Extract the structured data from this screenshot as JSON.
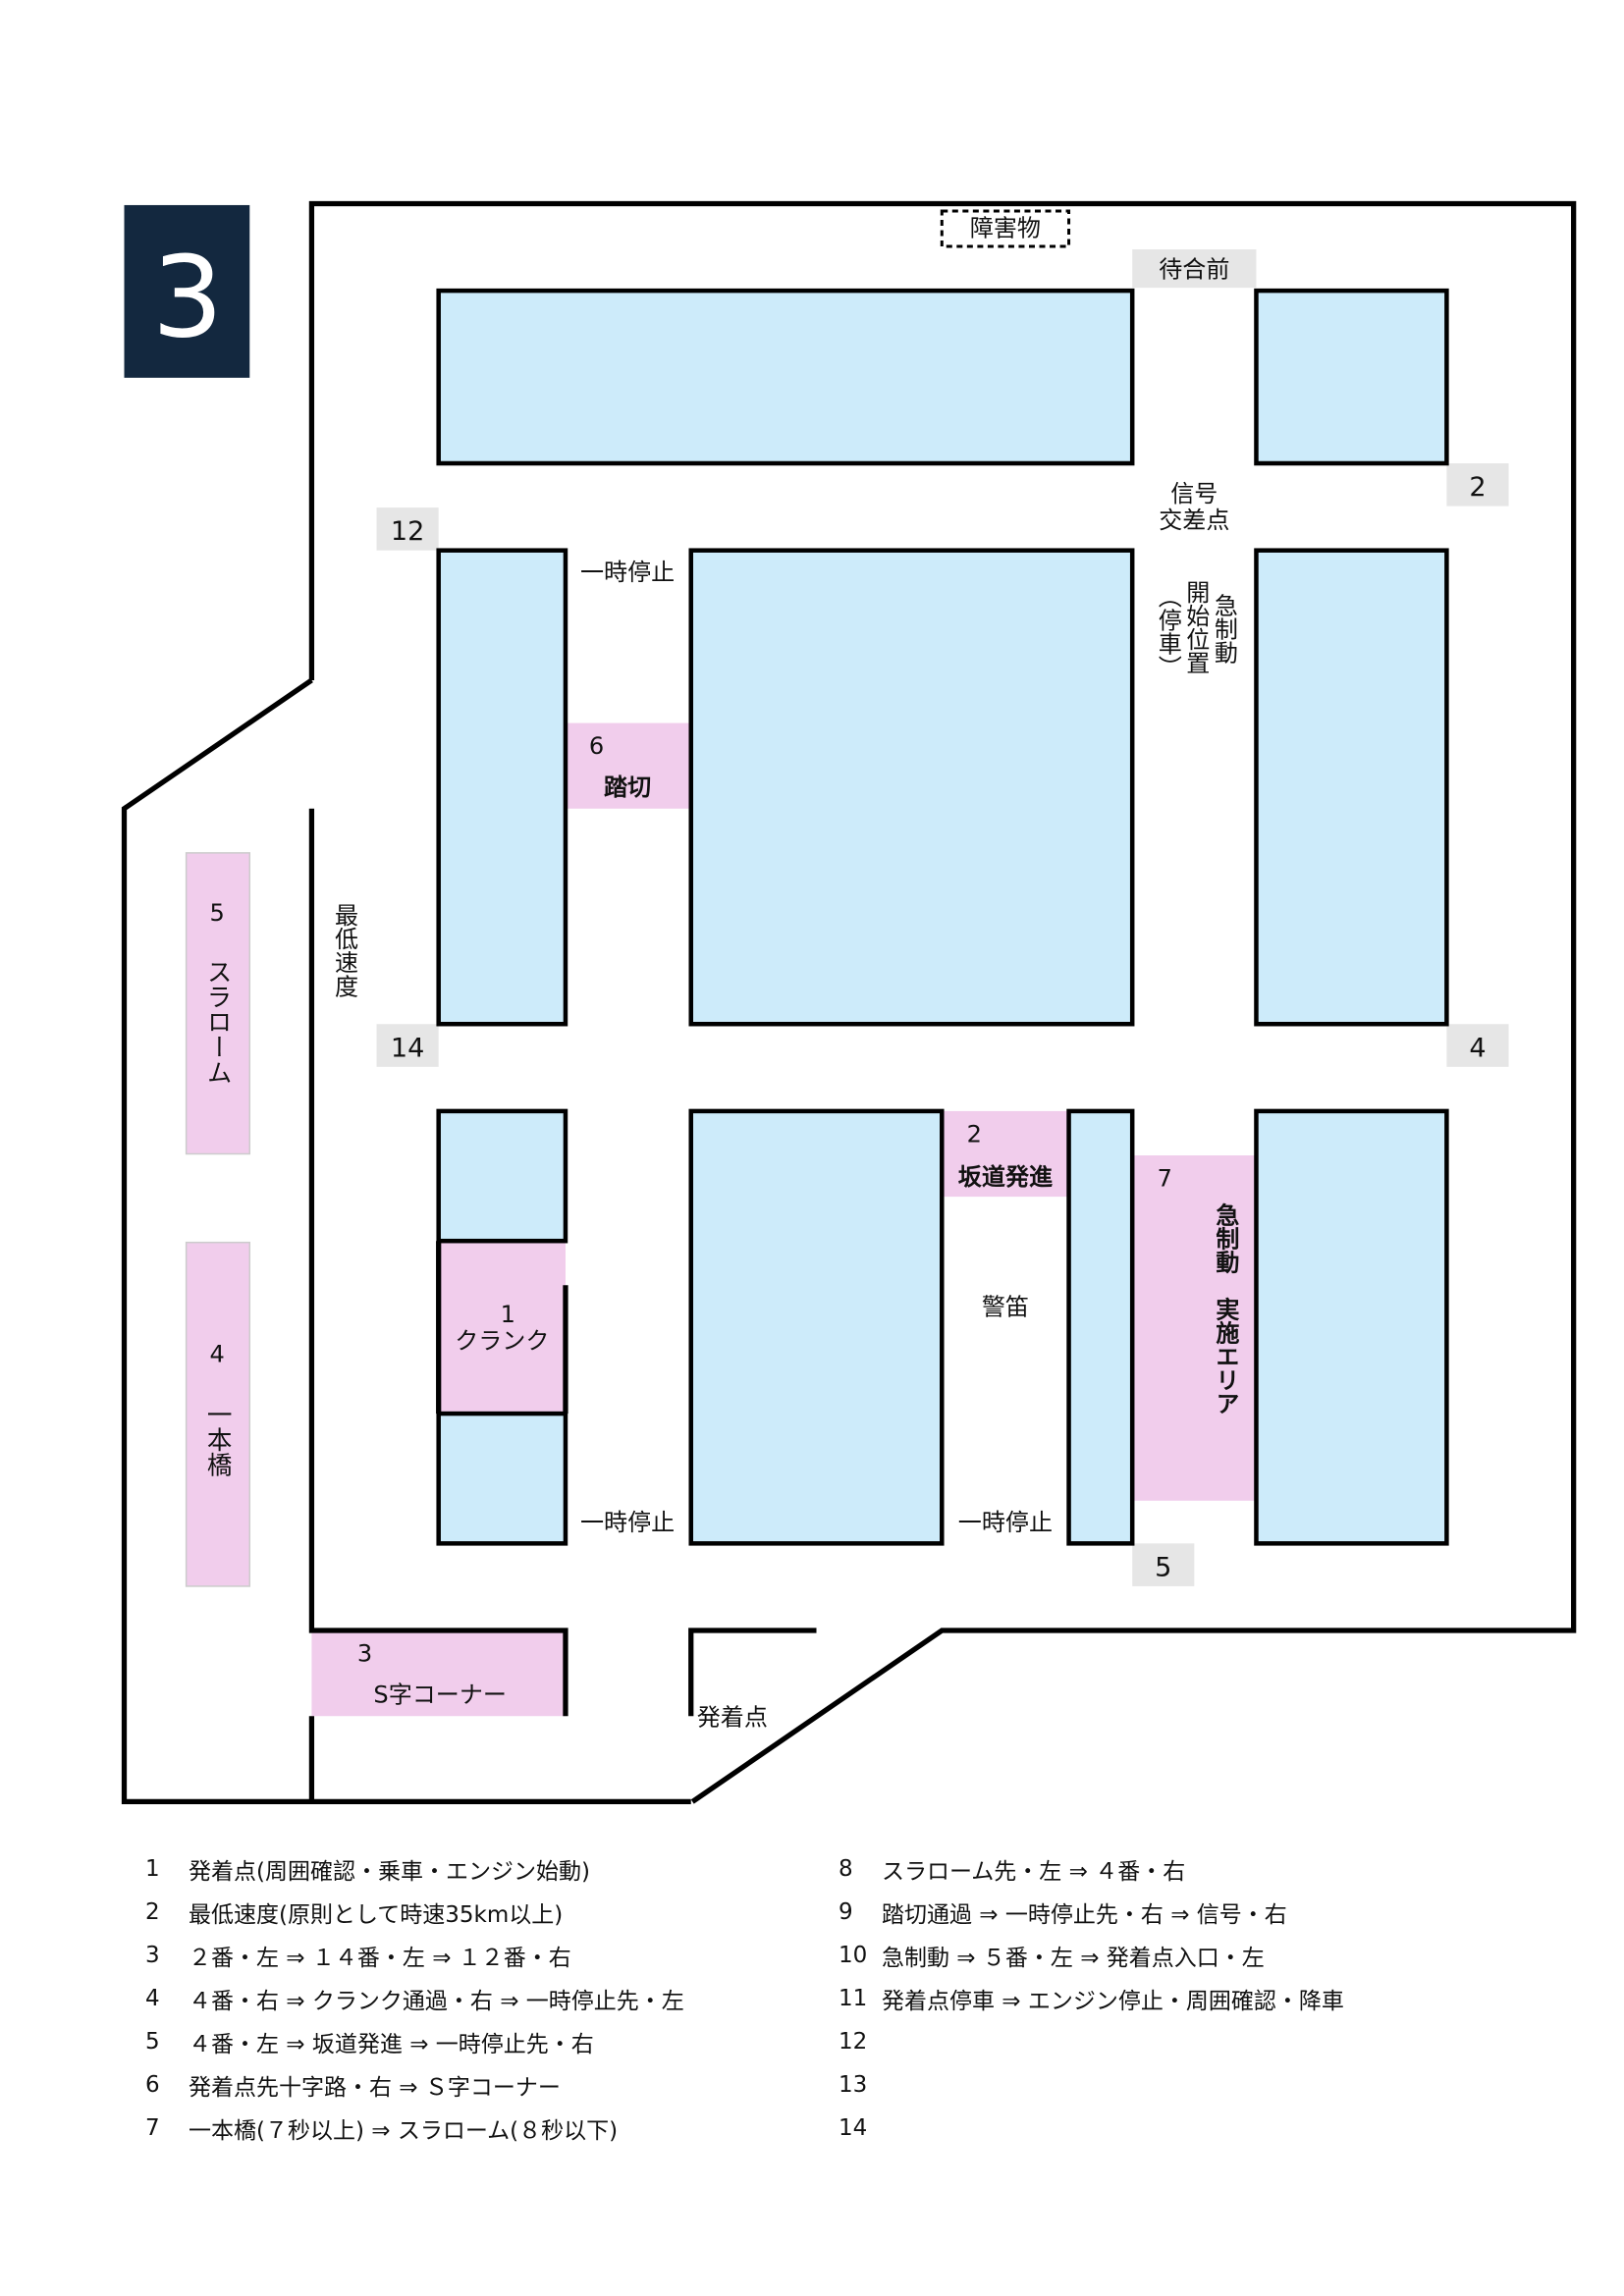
{
  "course_number": "3",
  "colors": {
    "badge": "#13283f",
    "block": "#cdebfa",
    "task_area": "#f1cdec",
    "marker": "#e6e6e6",
    "line": "#000000"
  },
  "map": {
    "obstacle": "障害物",
    "waiting_area": "待合前",
    "signal_intersection": [
      "信号",
      "交差点"
    ],
    "emergency_brake_start": [
      "急制動",
      "開始位置",
      "（停車）"
    ],
    "stop_labels": [
      "一時停止",
      "一時停止",
      "一時停止"
    ],
    "horn": "警笛",
    "start_point": "発着点",
    "min_speed": "最低速度",
    "markers": {
      "m2": "2",
      "m12": "12",
      "m14": "14",
      "m4": "4",
      "m5": "5"
    },
    "tasks": {
      "crank": {
        "num": "1",
        "label": "クランク"
      },
      "hill_start": {
        "num": "2",
        "label": "坂道発進"
      },
      "s_curve": {
        "num": "3",
        "label": "S字コーナー"
      },
      "ipponbashi": {
        "num": "4",
        "label": "一本橋"
      },
      "slalom": {
        "num": "5",
        "label": "スラローム"
      },
      "railroad": {
        "num": "6",
        "label": "踏切"
      },
      "emergency_brake": {
        "num": "7",
        "label": "急制動　実施エリア"
      }
    }
  },
  "route": [
    {
      "num": "1",
      "text": "発着点(周囲確認・乗車・エンジン始動)"
    },
    {
      "num": "2",
      "text": "最低速度(原則として時速35km以上)"
    },
    {
      "num": "3",
      "text": "２番・左 ⇒ １４番・左 ⇒ １２番・右"
    },
    {
      "num": "4",
      "text": "４番・右 ⇒ クランク通過・右 ⇒ 一時停止先・左"
    },
    {
      "num": "5",
      "text": "４番・左 ⇒ 坂道発進 ⇒ 一時停止先・右"
    },
    {
      "num": "6",
      "text": "発着点先十字路・右 ⇒ Ｓ字コーナー"
    },
    {
      "num": "7",
      "text": "一本橋(７秒以上) ⇒ スラローム(８秒以下)"
    },
    {
      "num": "8",
      "text": "スラローム先・左 ⇒ ４番・右"
    },
    {
      "num": "9",
      "text": "踏切通過 ⇒ 一時停止先・右 ⇒ 信号・右"
    },
    {
      "num": "10",
      "text": "急制動 ⇒ ５番・左 ⇒ 発着点入口・左"
    },
    {
      "num": "11",
      "text": "発着点停車 ⇒ エンジン停止・周囲確認・降車"
    },
    {
      "num": "12",
      "text": ""
    },
    {
      "num": "13",
      "text": ""
    },
    {
      "num": "14",
      "text": ""
    }
  ]
}
